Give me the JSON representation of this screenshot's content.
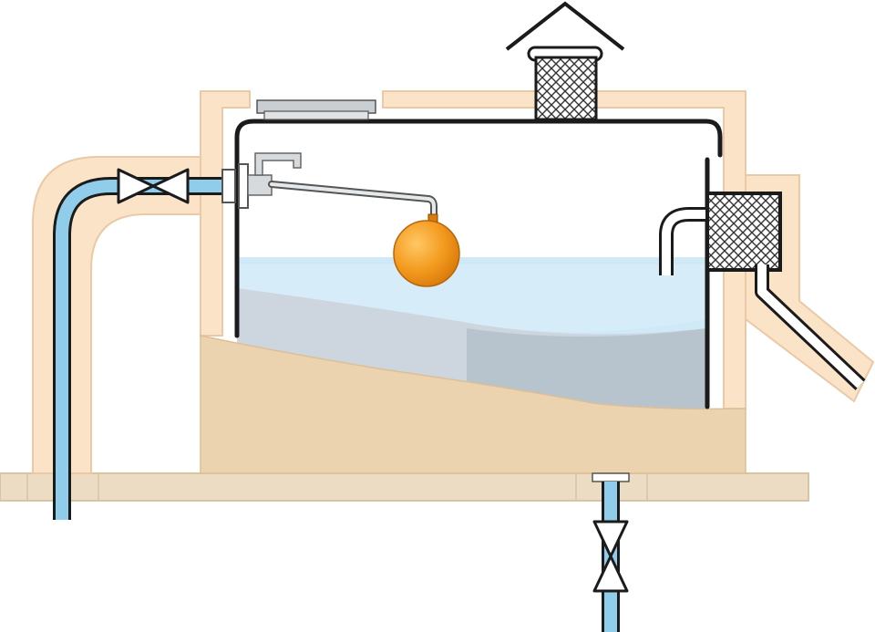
{
  "diagram": {
    "kind": "water-storage-tank-cross-section",
    "labels": [],
    "colors": {
      "background": "#ffffff",
      "insulation_fill": "#fbe3c8",
      "insulation_stroke": "#e9c9a6",
      "base_slab": "#ecdcc4",
      "base_slab_stroke": "#d8c3a3",
      "sediment": "#ecd3b0",
      "water": "#c9e6f6",
      "water_deep": "#b8cbd8",
      "water_deeper": "#a8b8c4",
      "pipe_water": "#8fcdea",
      "pipe_outline": "#1b1b1b",
      "float_ball": "#f39a1e",
      "fitting_gray": "#c9ced2",
      "mesh": "#333333"
    },
    "components": [
      "inlet-pipe",
      "inlet-valve",
      "float-valve",
      "float-ball",
      "float-arm",
      "access-hatch",
      "vent-cowl",
      "vent-mesh-filter",
      "overflow-pipe",
      "overflow-mesh-filter",
      "warning-pipe",
      "outlet-pipe",
      "outlet-valve",
      "base-slab",
      "insulation-jacket",
      "tank-wall"
    ]
  }
}
